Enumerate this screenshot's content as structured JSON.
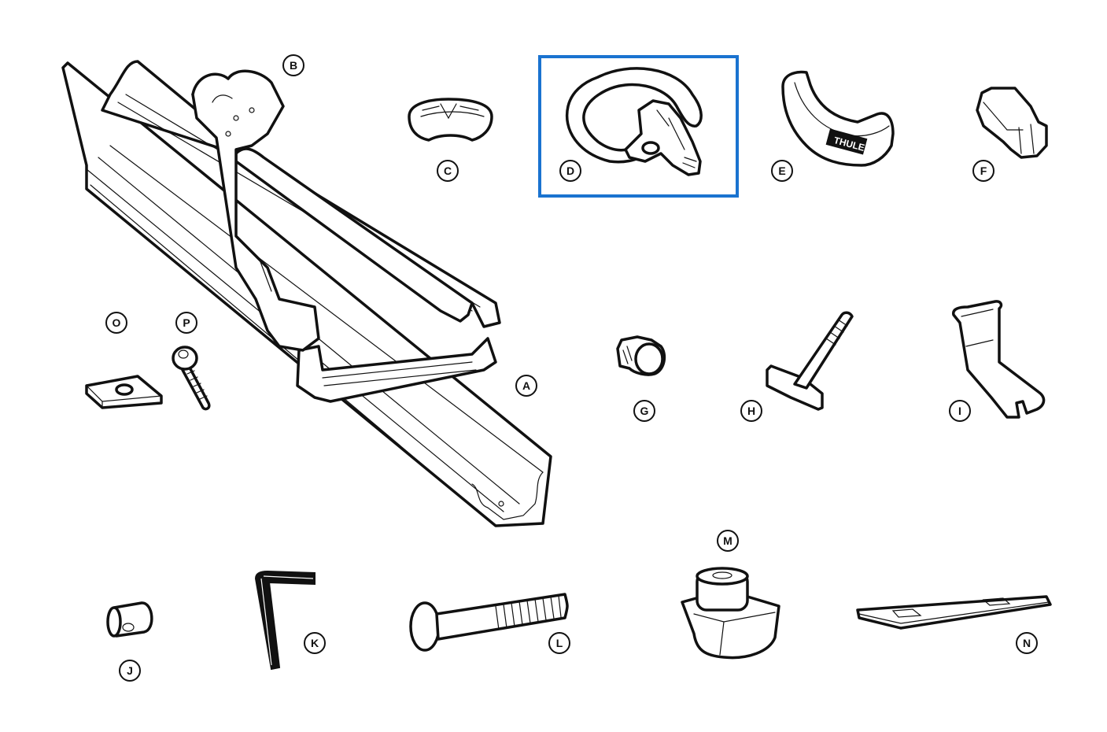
{
  "diagram": {
    "type": "parts-list",
    "highlight": {
      "label": "D",
      "color": "#1a73d0"
    },
    "parts": [
      {
        "id": "A",
        "name": "tray-rail",
        "label": "A"
      },
      {
        "id": "B",
        "name": "fork-arm-assembly",
        "label": "B"
      },
      {
        "id": "C",
        "name": "end-cap",
        "label": "C"
      },
      {
        "id": "D",
        "name": "hook-strap",
        "label": "D"
      },
      {
        "id": "E",
        "name": "wheel-cradle",
        "label": "E",
        "brand_text": "THULE"
      },
      {
        "id": "F",
        "name": "strap-buckle",
        "label": "F"
      },
      {
        "id": "G",
        "name": "plug",
        "label": "G"
      },
      {
        "id": "H",
        "name": "t-bolt",
        "label": "H"
      },
      {
        "id": "I",
        "name": "bracket",
        "label": "I"
      },
      {
        "id": "J",
        "name": "barrel-nut",
        "label": "J"
      },
      {
        "id": "K",
        "name": "hex-key",
        "label": "K"
      },
      {
        "id": "L",
        "name": "carriage-bolt",
        "label": "L"
      },
      {
        "id": "M",
        "name": "knob-nut",
        "label": "M"
      },
      {
        "id": "N",
        "name": "plate",
        "label": "N"
      },
      {
        "id": "O",
        "name": "square-nut-plate",
        "label": "O"
      },
      {
        "id": "P",
        "name": "socket-cap-screw",
        "label": "P"
      }
    ]
  }
}
